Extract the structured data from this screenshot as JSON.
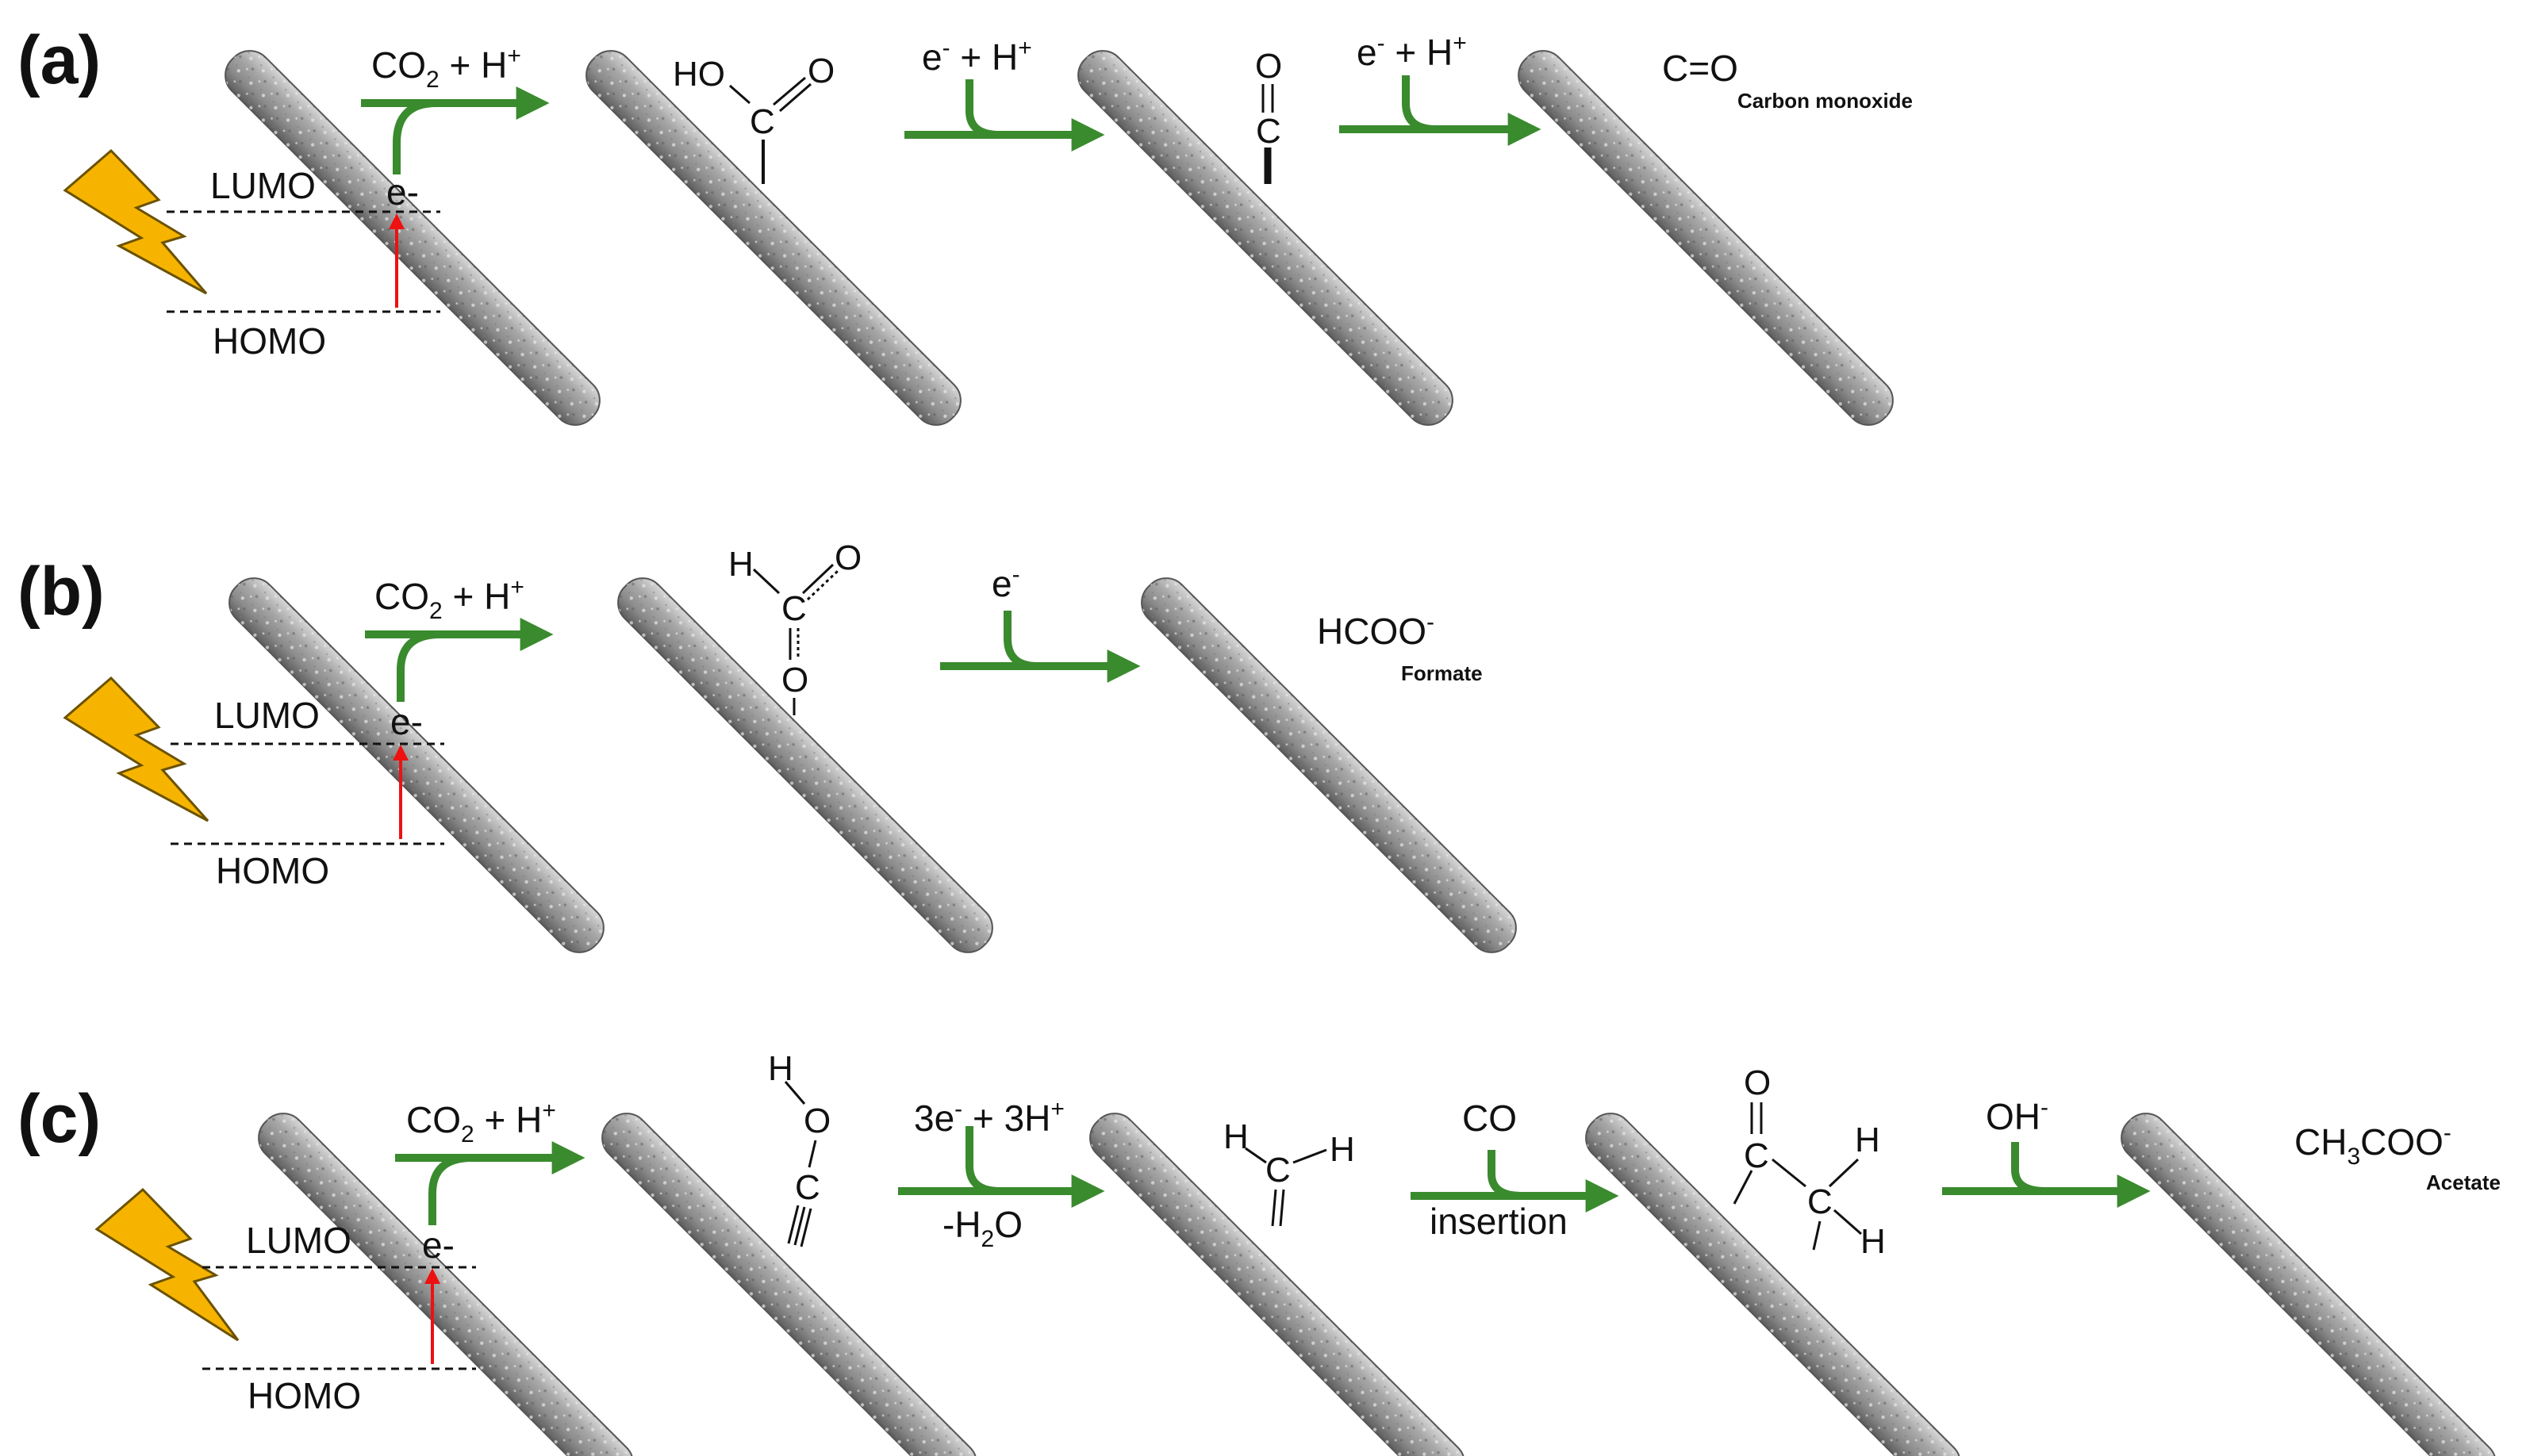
{
  "colors": {
    "green": "#3a8a2e",
    "red": "#ee1111",
    "bolt_fill": "#f6b400",
    "bolt_stroke": "#6a5200",
    "rod_dark": "#6d6d6d",
    "rod_mid": "#9a9a9a",
    "rod_light": "#d2d2d2"
  },
  "icons": [
    "lightning-bolt-icon",
    "nanorod-image",
    "reaction-arrow-icon",
    "electron-excitation-arrow-icon"
  ],
  "panels": {
    "a": {
      "label": "(a)",
      "lumo": "LUMO",
      "homo": "HOMO",
      "electron": "e-",
      "reactant": "CO",
      "reactant_sub": "2",
      "reactant_tail": " + H",
      "reactant_sup": "+",
      "int1": {
        "ho": "HO",
        "c": "C",
        "o": "O"
      },
      "step2": {
        "e": "e",
        "e_sup": "-",
        "tail": " + H",
        "tail_sup": "+"
      },
      "int2": {
        "o": "O",
        "c": "C"
      },
      "step3": {
        "e": "e",
        "e_sup": "-",
        "tail": " + H",
        "tail_sup": "+"
      },
      "product": "C=O",
      "product_name": "Carbon monoxide"
    },
    "b": {
      "label": "(b)",
      "lumo": "LUMO",
      "homo": "HOMO",
      "electron": "e-",
      "reactant": "CO",
      "reactant_sub": "2",
      "reactant_tail": " + H",
      "reactant_sup": "+",
      "int1": {
        "h": "H",
        "c": "C",
        "o_top": "O",
        "o_bottom": "O"
      },
      "step2": {
        "e": "e",
        "e_sup": "-"
      },
      "product": "HCOO",
      "product_sup": "-",
      "product_name": "Formate"
    },
    "c": {
      "label": "(c)",
      "lumo": "LUMO",
      "homo": "HOMO",
      "electron": "e-",
      "reactant": "CO",
      "reactant_sub": "2",
      "reactant_tail": " + H",
      "reactant_sup": "+",
      "int1": {
        "h": "H",
        "o": "O",
        "c": "C"
      },
      "step2": {
        "e": "3e",
        "e_sup": "-",
        "tail": " + 3H",
        "tail_sup": "+",
        "below": "-H",
        "below_sub": "2",
        "below_tail": "O"
      },
      "int2": {
        "h1": "H",
        "c": "C",
        "h2": "H"
      },
      "step3": {
        "above": "CO",
        "below": "insertion"
      },
      "int3": {
        "o": "O",
        "c1": "C",
        "c2": "C",
        "h1": "H",
        "h2": "H"
      },
      "step4": {
        "above": "OH",
        "above_sup": "-"
      },
      "product": "CH",
      "product_sub": "3",
      "product_tail": "COO",
      "product_sup": "-",
      "product_name": "Acetate"
    }
  }
}
